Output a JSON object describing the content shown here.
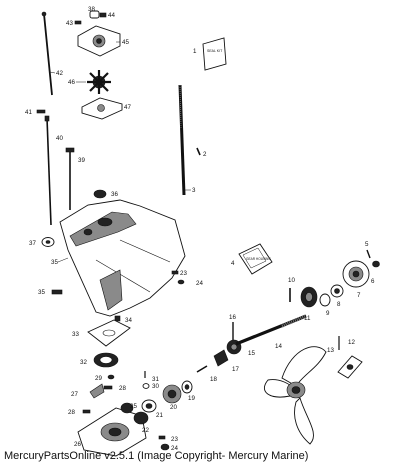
{
  "footer": {
    "text": "MercuryPartsOnline v2.5.1 (Image Copyright- Mercury Marine)"
  },
  "callouts": {
    "p1": "1",
    "p2": "2",
    "p3": "3",
    "p4": "4",
    "p5": "5",
    "p6": "6",
    "p7": "7",
    "p8": "8",
    "p9": "9",
    "p10": "10",
    "p11": "11",
    "p12": "12",
    "p13": "13",
    "p14": "14",
    "p15": "15",
    "p16": "16",
    "p17": "17",
    "p18": "18",
    "p19": "19",
    "p20": "20",
    "p21": "21",
    "p22": "22",
    "p23": "23",
    "p23b": "23",
    "p24": "24",
    "p24b": "24",
    "p25": "25",
    "p26": "26",
    "p27": "27",
    "p28": "28",
    "p28b": "28",
    "p29": "29",
    "p30": "30",
    "p31": "31",
    "p32": "32",
    "p33": "33",
    "p34": "34",
    "p35": "35",
    "p36": "36",
    "p37": "37",
    "p38": "38",
    "p39": "39",
    "p40": "40",
    "p41": "41",
    "p42": "42",
    "p43": "43",
    "p44": "44",
    "p45": "45",
    "p46": "46",
    "p47": "47"
  },
  "box_labels": {
    "kit_1": "SEAL KIT",
    "kit_4": "GEAR HOUSING"
  }
}
